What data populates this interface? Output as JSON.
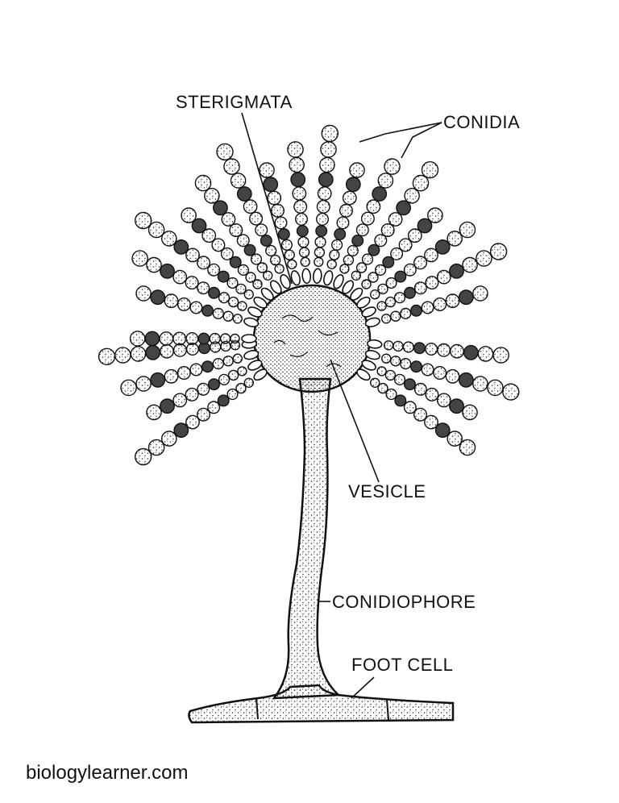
{
  "labels": {
    "sterigmata": "STERIGMATA",
    "conidia": "CONIDIA",
    "vesicle": "VESICLE",
    "conidiophore": "CONIDIOPHORE",
    "foot_cell": "FOOT CELL"
  },
  "credit": "biologylearner.com",
  "colors": {
    "ink": "#111111",
    "paper": "#ffffff"
  }
}
